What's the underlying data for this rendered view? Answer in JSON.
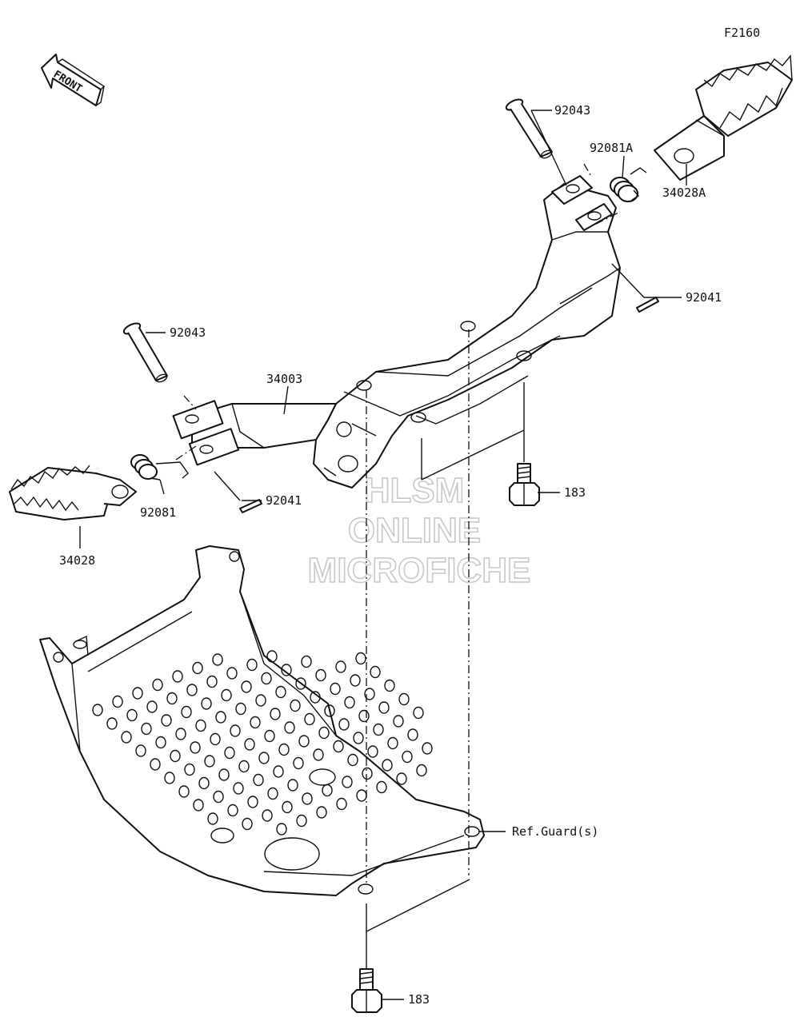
{
  "figure_code": "F2160",
  "front_label": "FRONT",
  "watermark": [
    "HLSM",
    "ONLINE",
    "MICROFICHE"
  ],
  "parts": {
    "pin_right": "92043",
    "spring_right": "92081A",
    "footpeg_right": "34028A",
    "cotter_right": "92041",
    "pin_left": "92043",
    "bracket": "34003",
    "spring_left": "92081",
    "cotter_left": "92041",
    "footpeg_left": "34028",
    "bolt_upper": "183",
    "bolt_lower": "183",
    "guard_ref": "Ref.Guard(s)"
  },
  "colors": {
    "line": "#111111",
    "watermark": "#c8c8c8",
    "background": "#ffffff"
  }
}
